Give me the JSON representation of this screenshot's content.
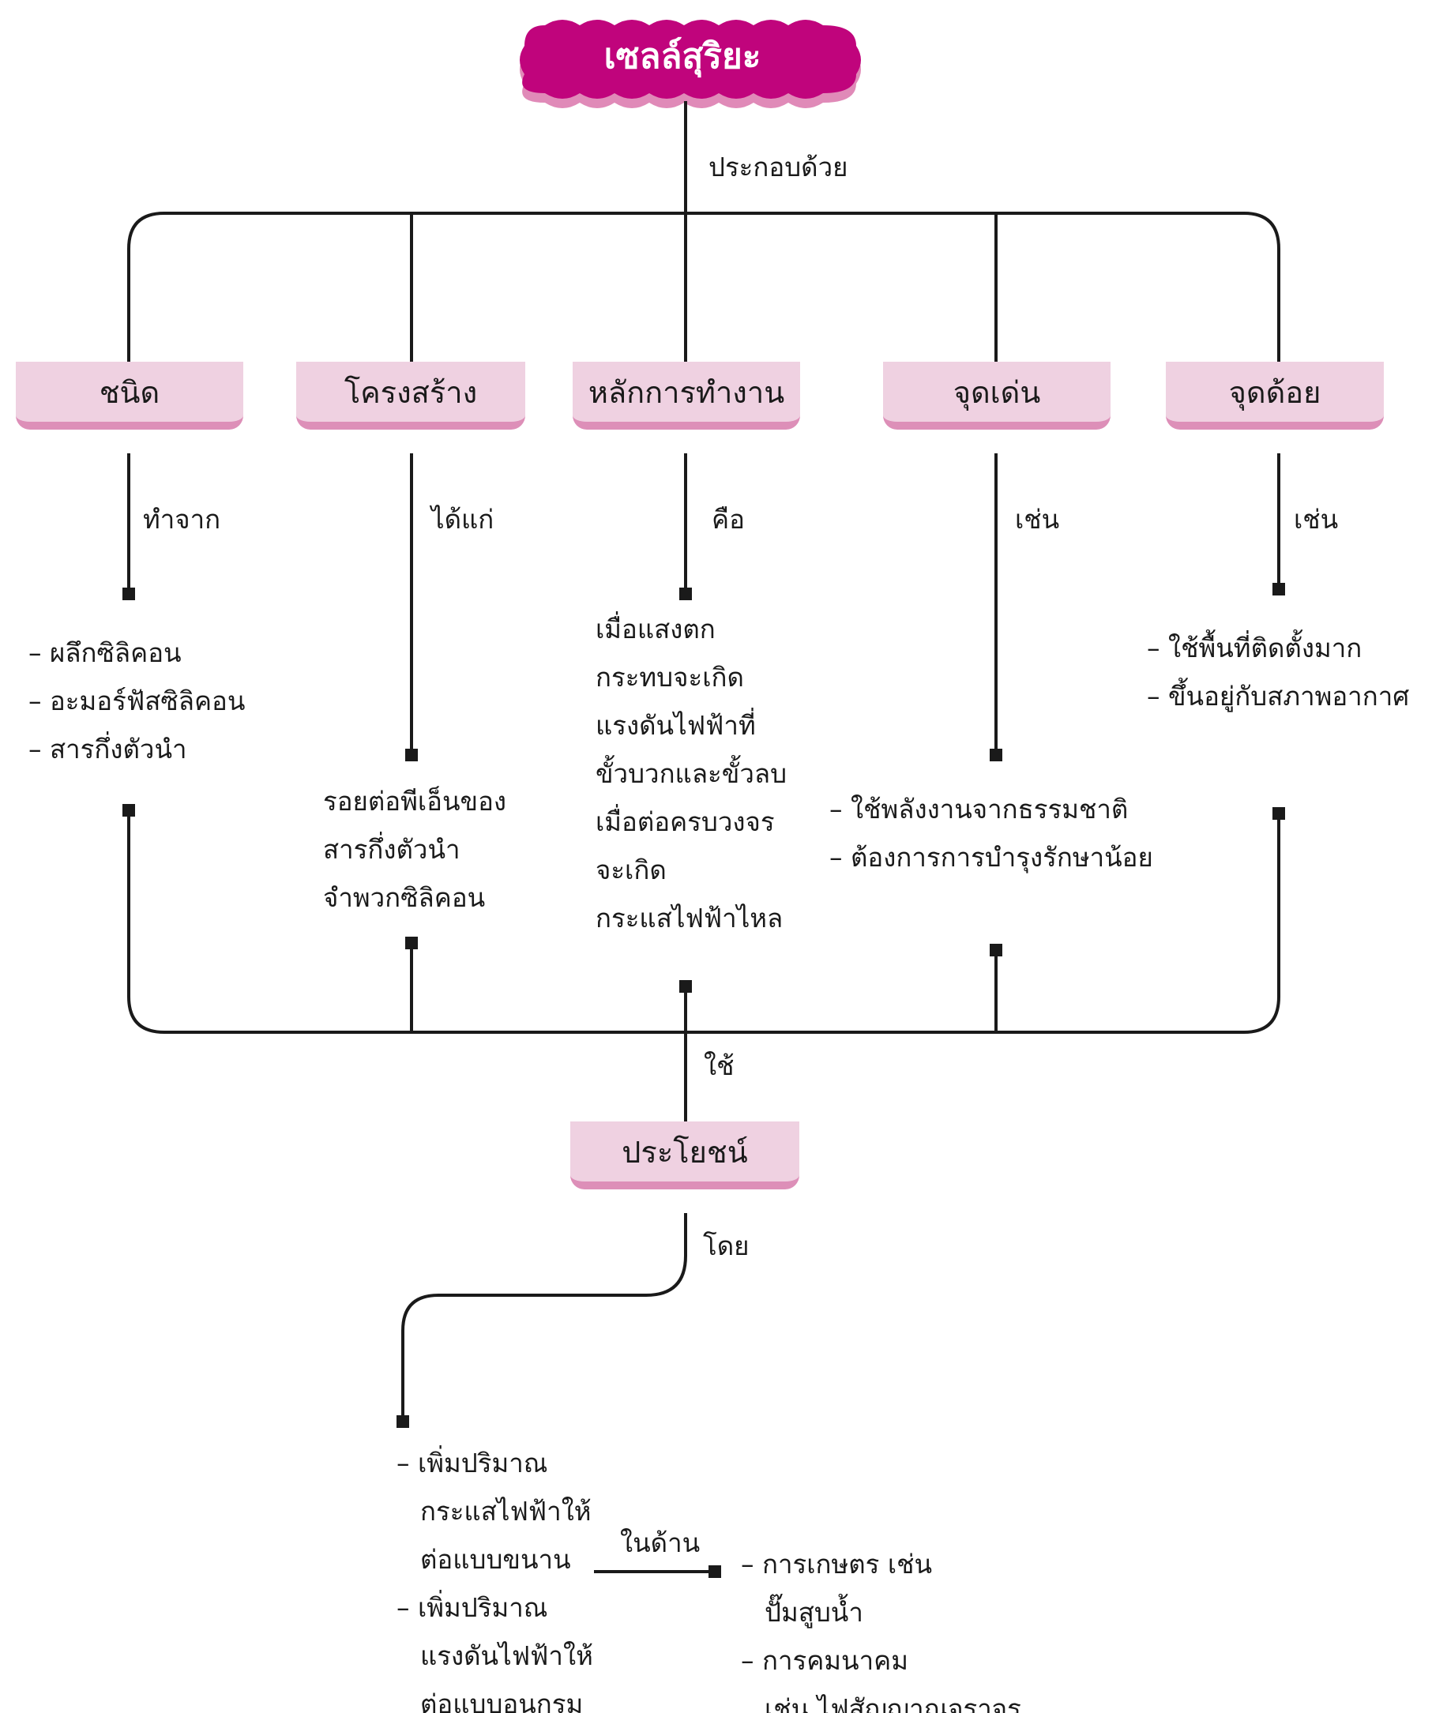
{
  "title": "เซลล์สุริยะ",
  "colors": {
    "title_fill": "#c0047c",
    "title_shadow": "#e08ab8",
    "box_fill": "#efd1e1",
    "box_shadow": "#dd8fb8",
    "line": "#1a1a1a"
  },
  "connectors": {
    "top": "ประกอบด้วย",
    "uses": "ใช้",
    "by": "โดย",
    "in_field": "ในด้าน"
  },
  "categories": [
    {
      "label": "ชนิด",
      "connector": "ทำจาก",
      "content": [
        "– ผลึกซิลิคอน",
        "– อะมอร์ฟัสซิลิคอน",
        "– สารกึ่งตัวนำ"
      ]
    },
    {
      "label": "โครงสร้าง",
      "connector": "ได้แก่",
      "content": [
        "รอยต่อพีเอ็นของ",
        "สารกึ่งตัวนำ",
        "จำพวกซิลิคอน"
      ]
    },
    {
      "label": "หลักการทำงาน",
      "connector": "คือ",
      "content": [
        "เมื่อแสงตก",
        "กระทบจะเกิด",
        "แรงดันไฟฟ้าที่",
        "ขั้วบวกและขั้วลบ",
        "เมื่อต่อครบวงจร",
        "จะเกิด",
        "กระแสไฟฟ้าไหล"
      ]
    },
    {
      "label": "จุดเด่น",
      "connector": "เช่น",
      "content": [
        "– ใช้พลังงานจากธรรมชาติ",
        "– ต้องการการบำรุงรักษาน้อย"
      ]
    },
    {
      "label": "จุดด้อย",
      "connector": "เช่น",
      "content": [
        "– ใช้พื้นที่ติดตั้งมาก",
        "– ขึ้นอยู่กับสภาพอากาศ"
      ]
    }
  ],
  "benefit": {
    "label": "ประโยชน์",
    "methods": [
      "– เพิ่มปริมาณ",
      "กระแสไฟฟ้าให้",
      "ต่อแบบขนาน",
      "– เพิ่มปริมาณ",
      "แรงดันไฟฟ้าให้",
      "ต่อแบบอนุกรม"
    ],
    "fields": [
      "– การเกษตร เช่น",
      "ปั๊มสูบน้ำ",
      "– การคมนาคม",
      "เช่น ไฟสัญญาณจราจร"
    ]
  }
}
